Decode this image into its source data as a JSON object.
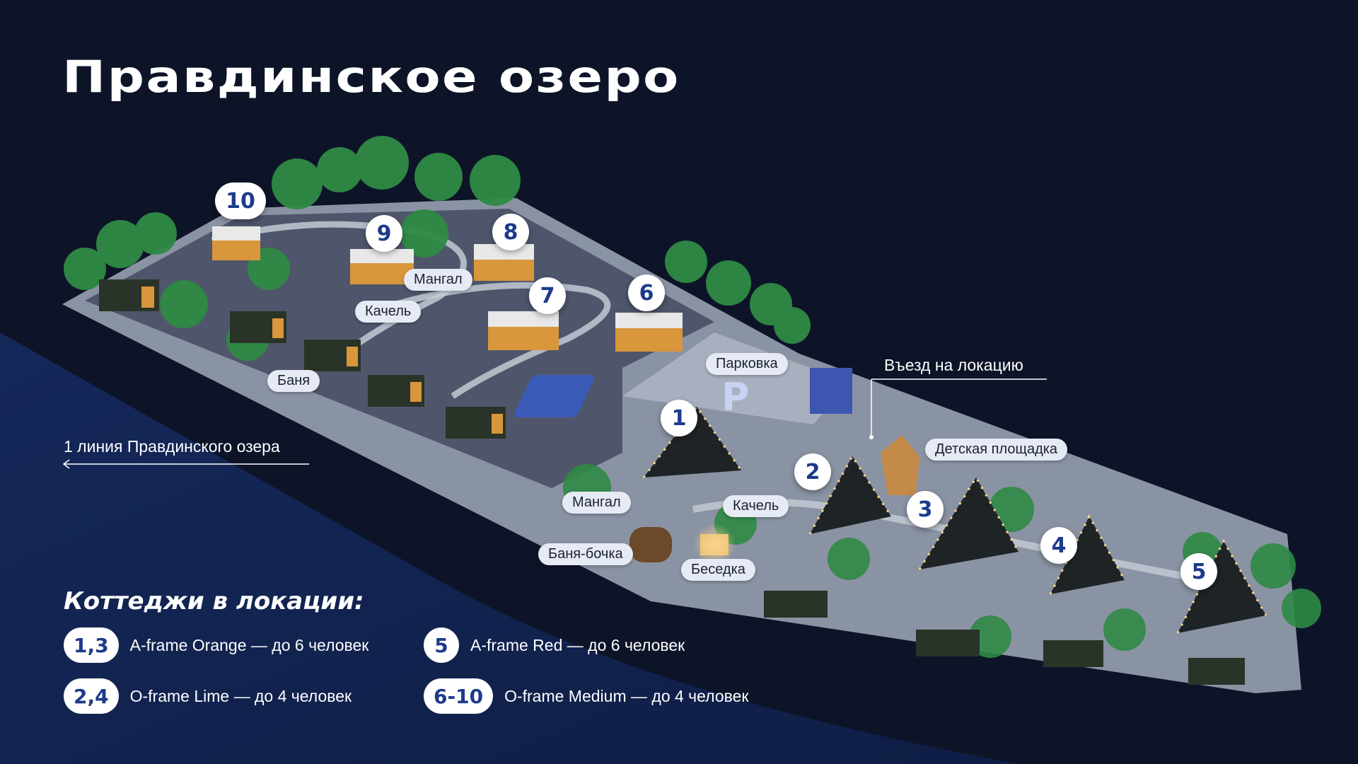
{
  "title": "Правдинское озеро",
  "labels": {
    "entry": "Въезд на локацию",
    "lake_line": "1 линия Правдинского озера",
    "parking": "Парковка",
    "playground": "Детская площадка",
    "mangal_a": "Мангал",
    "swing_a": "Качель",
    "banya": "Баня",
    "mangal_b": "Мангал",
    "swing_b": "Качель",
    "barrel_banya": "Баня-бочка",
    "gazebo": "Беседка"
  },
  "cottages": [
    "1",
    "2",
    "3",
    "4",
    "5",
    "6",
    "7",
    "8",
    "9",
    "10"
  ],
  "legend": {
    "title": "Коттеджи в локации:",
    "items": [
      {
        "badge": "1,3",
        "text": "A-frame Orange — до 6 человек"
      },
      {
        "badge": "2,4",
        "text": "O-frame Lime — до 4 человек"
      },
      {
        "badge": "5",
        "text": "A-frame Red — до 6 человек"
      },
      {
        "badge": "6-10",
        "text": "O-frame Medium — до 4 человек"
      }
    ]
  },
  "colors": {
    "background": "#0d1428",
    "accent_blue": "#1d3b8c",
    "ground": "#8a93a3",
    "asphalt": "#4b5266",
    "trees": "#2f8a45"
  }
}
